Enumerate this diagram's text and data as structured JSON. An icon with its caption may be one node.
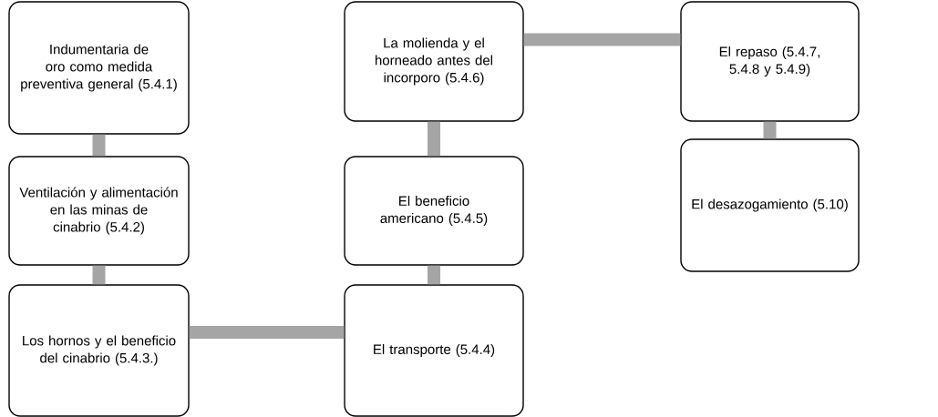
{
  "diagram": {
    "nodes": [
      {
        "text": [
          "Indumentaria de oro como medida preventiva general (5.4.1)"
        ]
      },
      {
        "text": [
          "Ventilación y alimentación en las minas de cinabrio (5.4.2)"
        ]
      },
      {
        "text": [
          "Los hornos y el beneficio del cinabrio (5.4.3.)"
        ]
      },
      {
        "text": [
          "El transporte (5.4.4)"
        ]
      },
      {
        "text": [
          "El beneficio americano (5.4.5)"
        ]
      },
      {
        "text": [
          "La molienda y el horneado antes del incorporo (5.4.6)"
        ]
      },
      {
        "text": [
          "El repaso (5.4.7, 5.4.8 y 5.4.9)"
        ]
      },
      {
        "text": [
          "El desazogamiento (5.10)"
        ]
      }
    ],
    "edges": [
      {
        "from": 0,
        "to": 1,
        "arrow": "none"
      },
      {
        "from": 1,
        "to": 2,
        "arrow": "none"
      },
      {
        "from": 2,
        "to": 3,
        "arrow": "none"
      },
      {
        "from": 3,
        "to": 4,
        "arrow": "none"
      },
      {
        "from": 4,
        "to": 5,
        "arrow": "none"
      },
      {
        "from": 5,
        "to": 6,
        "arrow": "none"
      },
      {
        "from": 6,
        "to": 7,
        "arrow": "none"
      }
    ]
  }
}
